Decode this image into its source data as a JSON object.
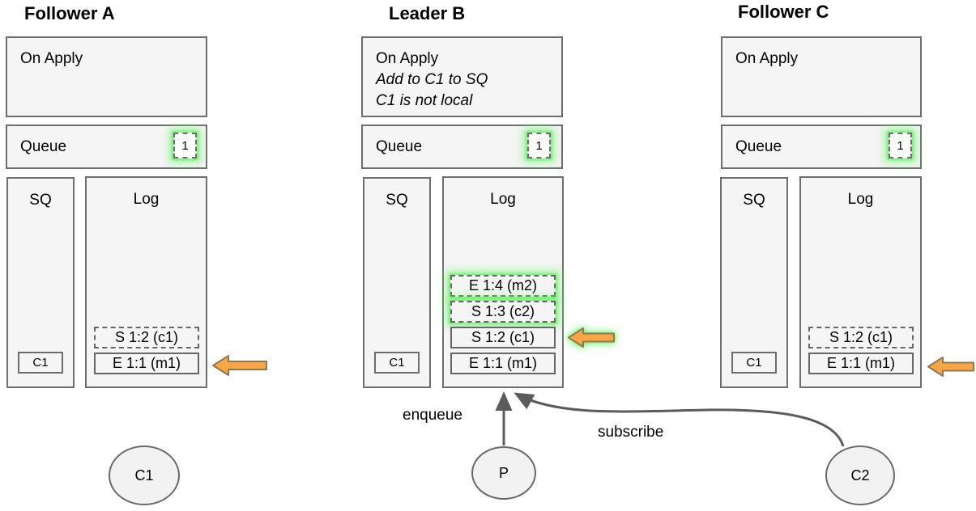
{
  "nodes": [
    {
      "title": "Follower A",
      "on_apply": {
        "title": "On Apply",
        "notes": []
      },
      "queue": {
        "label": "Queue",
        "count": "1",
        "count_glow": true
      },
      "sq": {
        "label": "SQ",
        "item": "C1"
      },
      "log": {
        "label": "Log",
        "entries": [
          {
            "text": "S 1:2 (c1)",
            "border": "dashed",
            "glow": false
          },
          {
            "text": "E 1:1 (m1)",
            "border": "solid",
            "glow": false
          }
        ]
      },
      "pointer": {
        "target": "E 1:1 (m1)",
        "glow": false
      }
    },
    {
      "title": "Leader B",
      "on_apply": {
        "title": "On Apply",
        "notes": [
          "Add to C1 to SQ",
          "C1 is not local"
        ]
      },
      "queue": {
        "label": "Queue",
        "count": "1",
        "count_glow": true
      },
      "sq": {
        "label": "SQ",
        "item": "C1"
      },
      "log": {
        "label": "Log",
        "entries": [
          {
            "text": "E 1:4 (m2)",
            "border": "dashed",
            "glow": true
          },
          {
            "text": "S 1:3 (c2)",
            "border": "dashed",
            "glow": true
          },
          {
            "text": "S 1:2 (c1)",
            "border": "solid",
            "glow": false
          },
          {
            "text": "E 1:1 (m1)",
            "border": "solid",
            "glow": false
          }
        ]
      },
      "pointer": {
        "target": "S 1:2 (c1)",
        "glow": true
      }
    },
    {
      "title": "Follower C",
      "on_apply": {
        "title": "On Apply",
        "notes": []
      },
      "queue": {
        "label": "Queue",
        "count": "1",
        "count_glow": true
      },
      "sq": {
        "label": "SQ",
        "item": "C1"
      },
      "log": {
        "label": "Log",
        "entries": [
          {
            "text": "S 1:2 (c1)",
            "border": "dashed",
            "glow": false
          },
          {
            "text": "E 1:1 (m1)",
            "border": "solid",
            "glow": false
          }
        ]
      },
      "pointer": {
        "target": "E 1:1 (m1)",
        "glow": false
      }
    }
  ],
  "actors": {
    "c1": "C1",
    "p": "P",
    "c2": "C2"
  },
  "edges": {
    "enqueue": "enqueue",
    "subscribe": "subscribe"
  },
  "colors": {
    "box_fill": "#f5f5f5",
    "box_border": "#6e6e6e",
    "glow_green": "#5ee75e",
    "pointer_arrow_fill": "#f9a647",
    "pointer_arrow_stroke": "#8d7a50",
    "connector": "#5c5c5c"
  }
}
